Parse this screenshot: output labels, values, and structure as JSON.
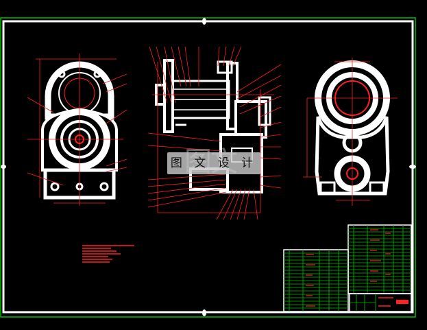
{
  "drawing": {
    "watermark_text": "图 文 设 计",
    "colors": {
      "background": "#000000",
      "frame": "#ffffff",
      "outer_border": "#00c000",
      "part_lines": "#ffffff",
      "annotations": "#ff2020",
      "table_lines": "#00c000",
      "table_text": "#ff2020"
    },
    "views": [
      "front-view",
      "section-view",
      "side-view"
    ]
  }
}
